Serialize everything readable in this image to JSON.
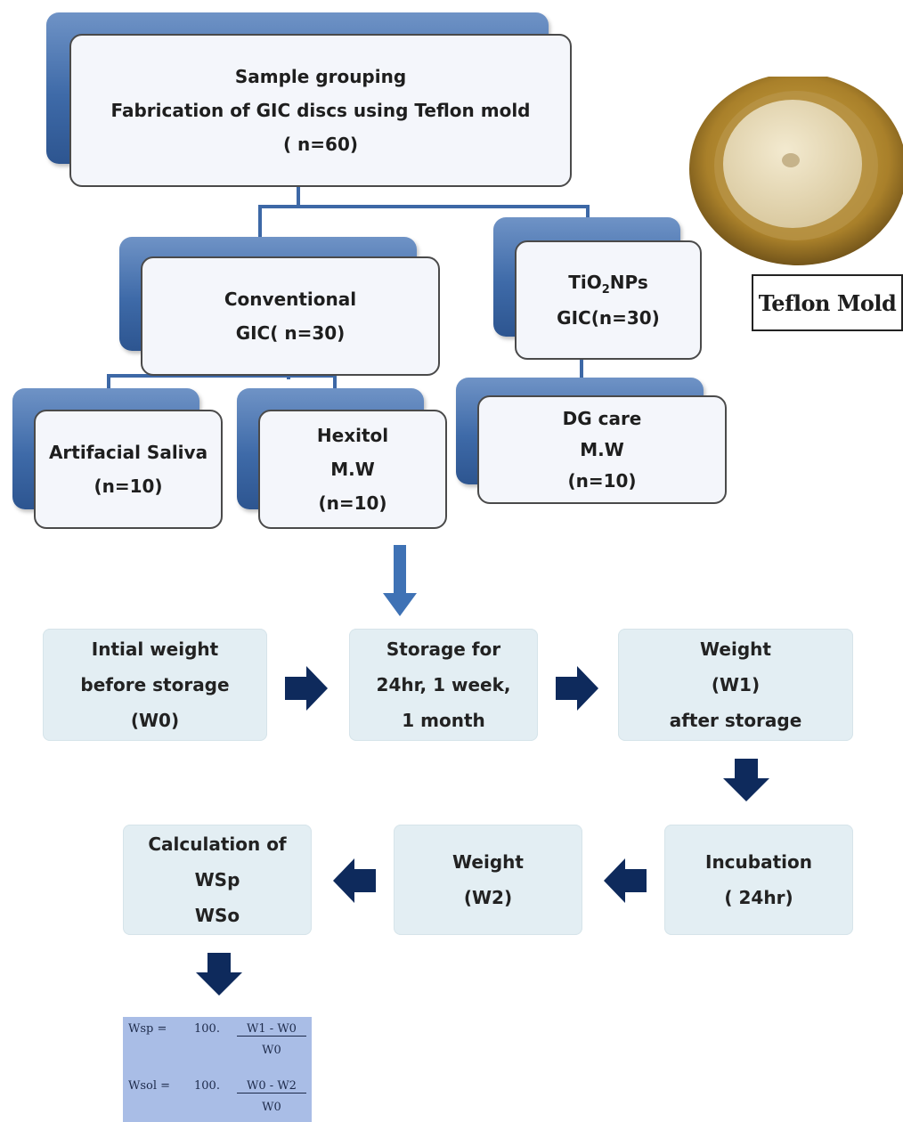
{
  "top_box": {
    "line1": "Sample grouping",
    "line2": "Fabrication of GIC discs using Teflon mold",
    "line3": "( n=60)"
  },
  "conventional_box": {
    "line1": "Conventional",
    "line2": "GIC( n=30)"
  },
  "tio2_box": {
    "line1_main": "TiO",
    "line1_sub": "2",
    "line1_rest": "NPs",
    "line2": "GIC(n=30)"
  },
  "artificial_box": {
    "line1": "Artifacial Saliva",
    "line2": "(n=10)"
  },
  "hexitol_box": {
    "line1": "Hexitol",
    "line2": "M.W",
    "line3": "(n=10)"
  },
  "dgcare_box": {
    "line1": "DG care",
    "line2": "M.W",
    "line3": "(n=10)"
  },
  "mold_label": "Teflon Mold",
  "process": {
    "initial": {
      "line1": "Intial weight",
      "line2": "before storage",
      "line3": "(W0)"
    },
    "storage": {
      "line1": "Storage for",
      "line2": "24hr, 1 week,",
      "line3": "1 month"
    },
    "weight1": {
      "line1": "Weight",
      "line2": "(W1)",
      "line3": "after storage"
    },
    "incubation": {
      "line1": "Incubation",
      "line2": "( 24hr)"
    },
    "weight2": {
      "line1": "Weight",
      "line2": "(W2)"
    },
    "calculation": {
      "line1": "Calculation of",
      "line2": "WSp",
      "line3": "WSo"
    }
  },
  "formula": {
    "wsp_lhs": "Wsp =",
    "wsp_factor": "100.",
    "wsp_num": "W1 - W0",
    "wsp_den": "W0",
    "wso_lhs": "Wsol =",
    "wso_factor": "100.",
    "wso_num": "W0 - W2",
    "wso_den": "W0"
  },
  "colors": {
    "slab_blue": "#3e6aa8",
    "arrow_navy": "#0e2a5c",
    "down_arrow_blue": "#3f72b5",
    "process_box": "#e3eef3",
    "formula_bg": "#a9bde6"
  }
}
